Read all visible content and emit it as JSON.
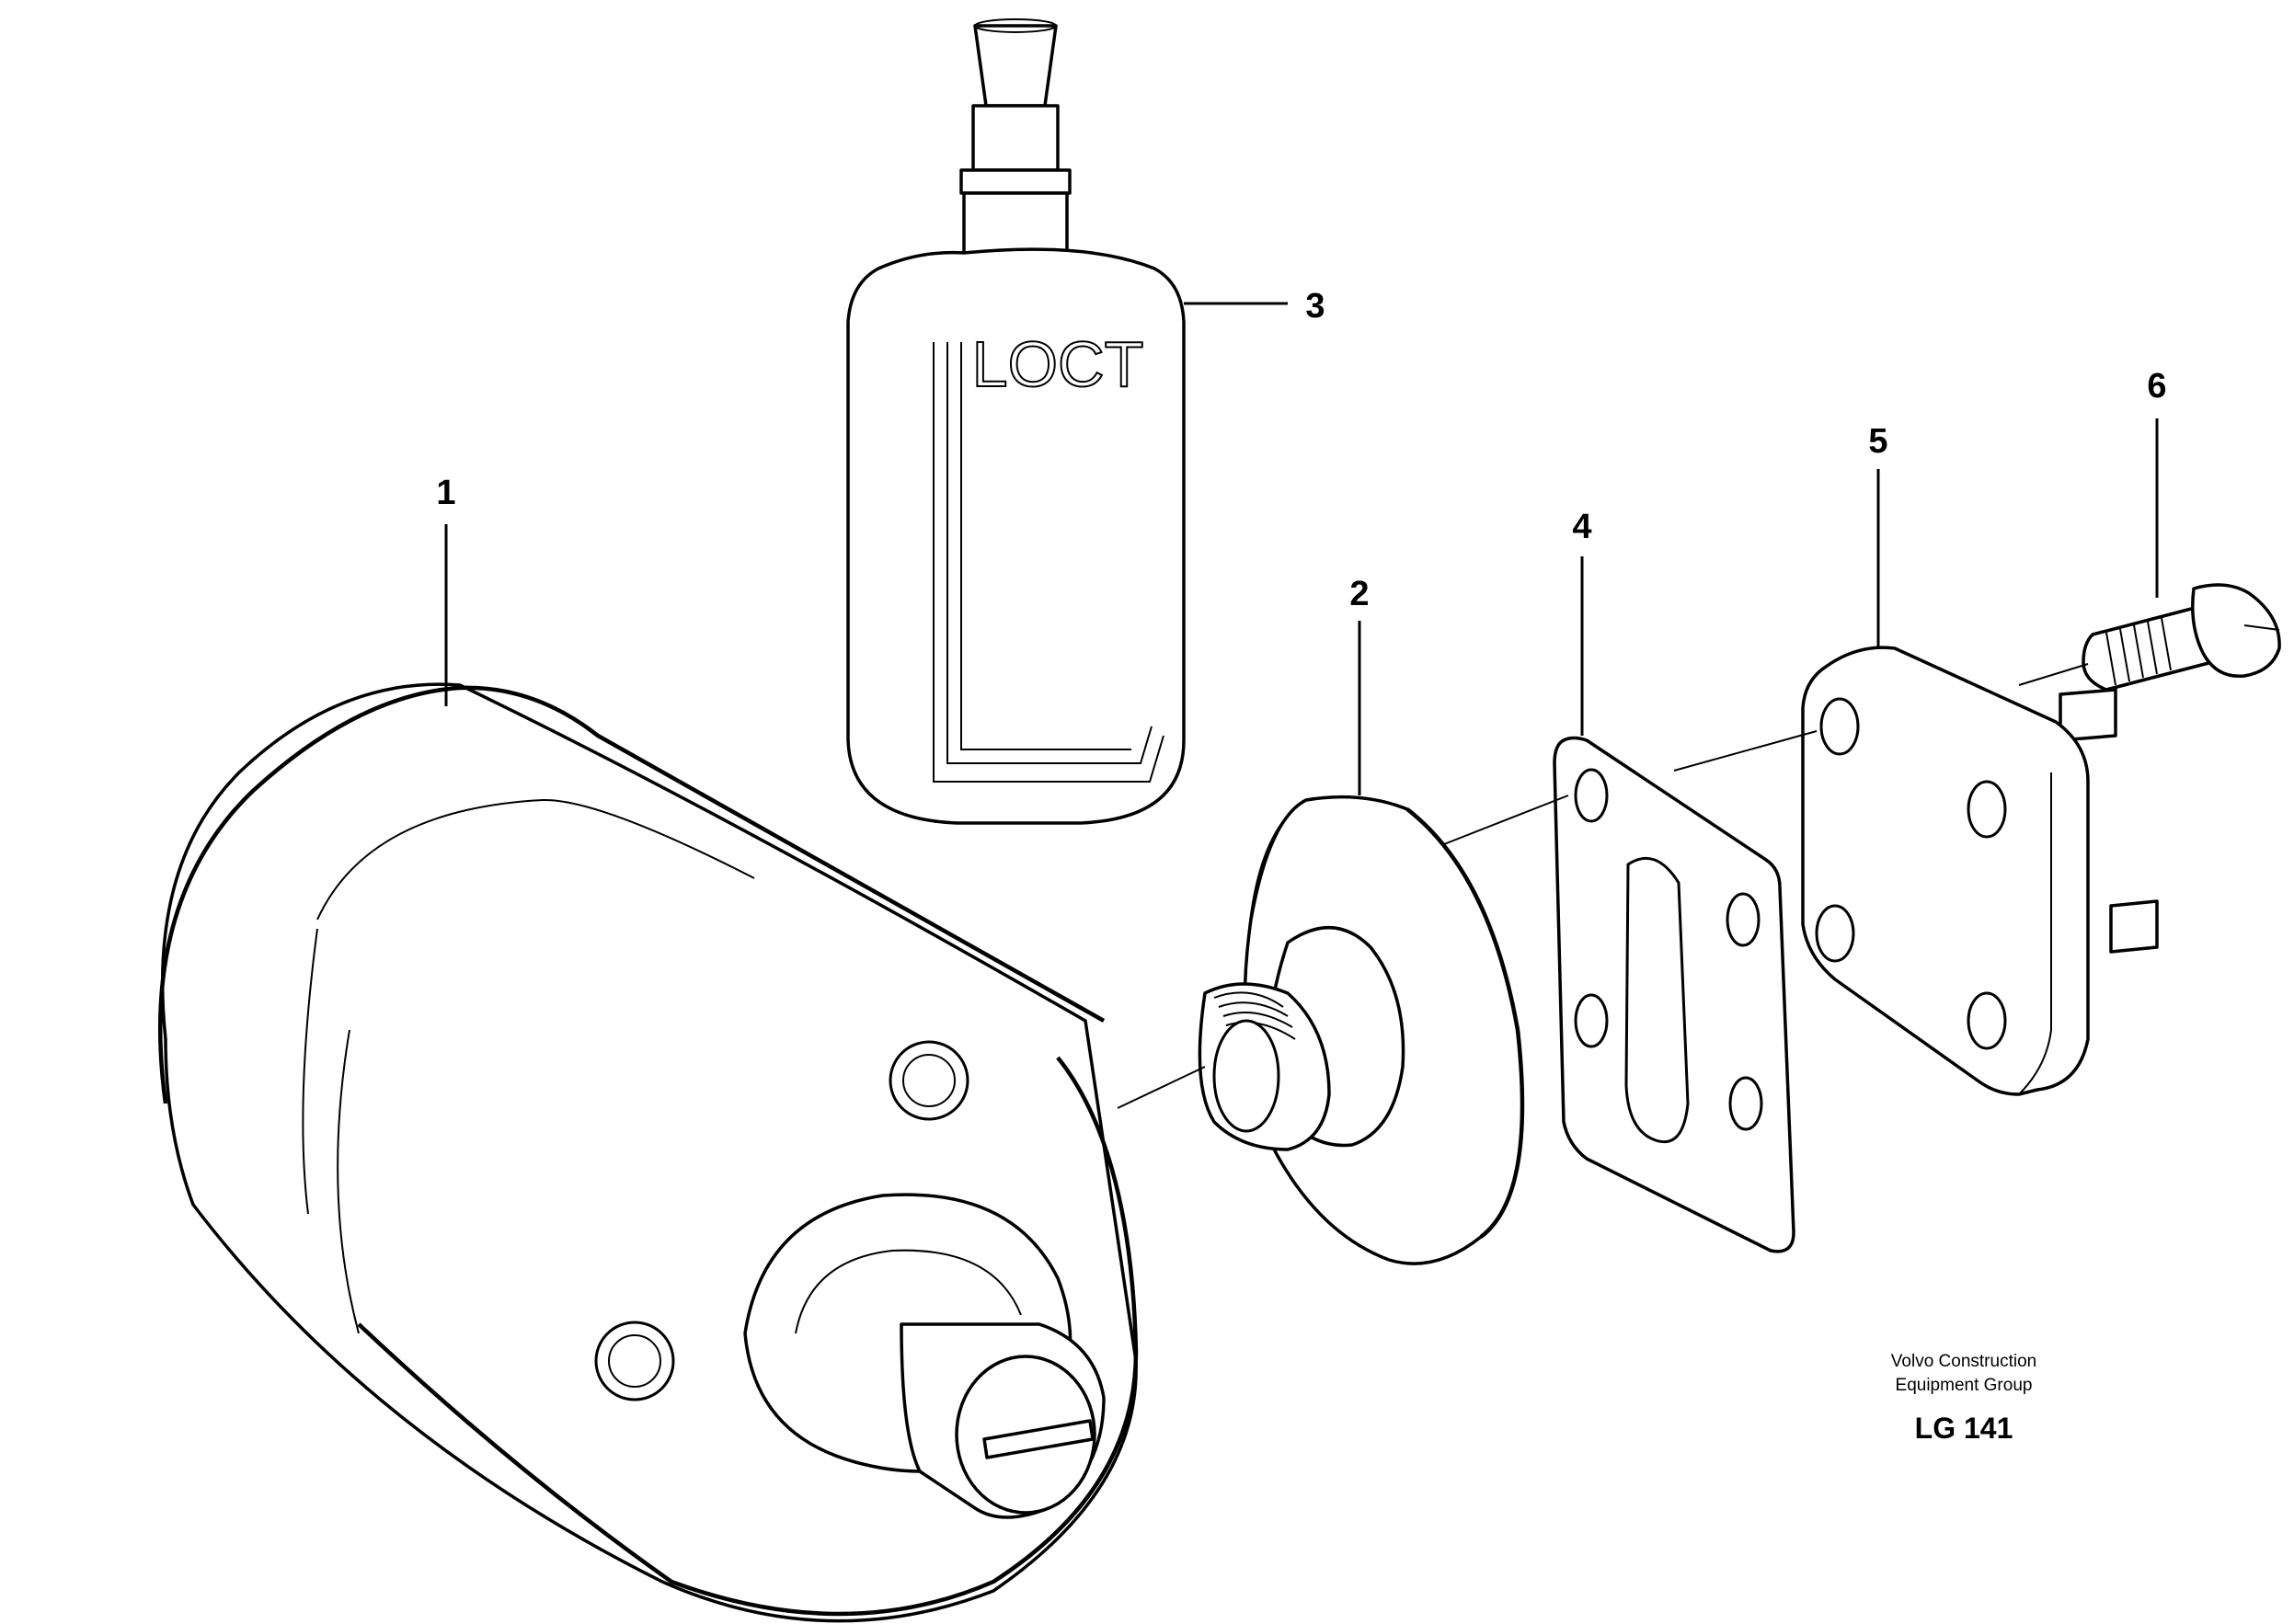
{
  "parts": [
    {
      "number": "1",
      "name": "sensor-housing"
    },
    {
      "number": "2",
      "name": "flange-adapter"
    },
    {
      "number": "3",
      "name": "sealant-bottle"
    },
    {
      "number": "4",
      "name": "gasket"
    },
    {
      "number": "5",
      "name": "cover-plate"
    },
    {
      "number": "6",
      "name": "screw"
    }
  ],
  "credit": {
    "line1": "Volvo Construction",
    "line2": "Equipment Group"
  },
  "figure_ref": "LG 141"
}
